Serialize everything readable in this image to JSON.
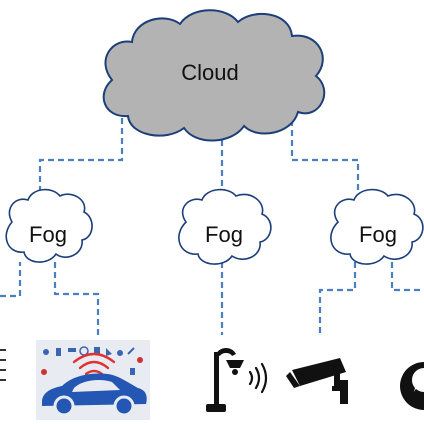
{
  "diagram": {
    "cloud": {
      "label": "Cloud"
    },
    "fog_nodes": [
      {
        "label": "Fog"
      },
      {
        "label": "Fog"
      },
      {
        "label": "Fog"
      }
    ],
    "devices": [
      {
        "icon": "smart-car-sensors-icon"
      },
      {
        "icon": "smart-streetlight-icon"
      },
      {
        "icon": "security-camera-icon"
      },
      {
        "icon": "smart-meter-icon"
      }
    ]
  },
  "colors": {
    "cloud_fill": "#b3b3b3",
    "cloud_stroke": "#1c3f7a",
    "fog_fill": "#ffffff",
    "fog_stroke": "#1c3f7a",
    "connector": "#4a7fc1"
  }
}
